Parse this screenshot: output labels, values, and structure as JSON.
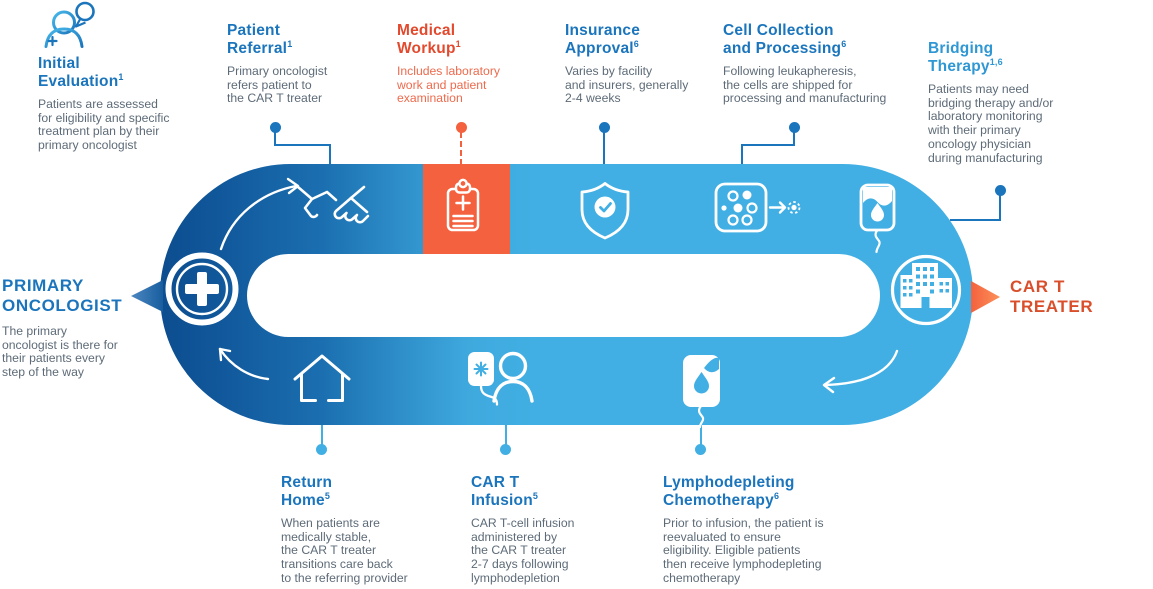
{
  "palette": {
    "band_dark_blue": "#0d5296",
    "band_light_blue": "#41afe3",
    "band_orange": "#f4613e",
    "heading_blue": "#1b75bc",
    "heading_light_blue": "#2e97d4",
    "heading_orange": "#e2492d",
    "body_gray": "#5d6b78",
    "body_orange": "#ed6a4d",
    "treater_orange": "#d94f2b"
  },
  "left_endpoint": {
    "label": "PRIMARY\nONCOLOGIST",
    "body": "The primary\noncologist is there for\ntheir patients every\nstep of the way",
    "icon": "medical-cross-circle-icon"
  },
  "right_endpoint": {
    "label": "CAR T\nTREATER",
    "icon": "hospital-icon"
  },
  "top_steps": [
    {
      "title": "Initial\nEvaluation",
      "sup": "1",
      "body": "Patients are assessed\nfor eligibility and specific\ntreatment plan by their\nprimary oncologist",
      "icon": "patient-consult-icon"
    },
    {
      "title": "Patient\nReferral",
      "sup": "1",
      "body": "Primary oncologist\nrefers patient to\nthe CAR T treater",
      "icon": "handshake-icon"
    },
    {
      "title": "Medical\nWorkup",
      "sup": "1",
      "body": "Includes laboratory\nwork and patient\nexamination",
      "icon": "clipboard-plus-icon"
    },
    {
      "title": "Insurance\nApproval",
      "sup": "6",
      "body": "Varies by facility\nand insurers, generally\n2-4 weeks",
      "icon": "shield-check-icon"
    },
    {
      "title": "Cell Collection\nand Processing",
      "sup": "6",
      "body": "Following leukapheresis,\nthe cells are shipped for\nprocessing and manufacturing",
      "icon": "cell-processing-icon"
    },
    {
      "title": "Bridging\nTherapy",
      "sup": "1,6",
      "body": "Patients may need\nbridging therapy and/or\nlaboratory monitoring\nwith their primary\noncology physician\nduring manufacturing",
      "icon": "iv-bag-icon"
    }
  ],
  "bottom_steps": [
    {
      "title": "Return\nHome",
      "sup": "5",
      "body": "When patients are\nmedically stable,\nthe CAR T treater\ntransitions care back\nto the referring provider",
      "icon": "house-icon"
    },
    {
      "title": "CAR T\nInfusion",
      "sup": "5",
      "body": "CAR T-cell infusion\nadministered by\nthe CAR T treater\n2-7 days following\nlymphodepletion",
      "icon": "infusion-patient-icon"
    },
    {
      "title": "Lymphodepleting\nChemotherapy",
      "sup": "6",
      "body": "Prior to infusion, the patient is\nreevaluated to ensure\neligibility. Eligible patients\nthen receive lymphodepleting\nchemotherapy",
      "icon": "iv-bag-icon"
    }
  ]
}
